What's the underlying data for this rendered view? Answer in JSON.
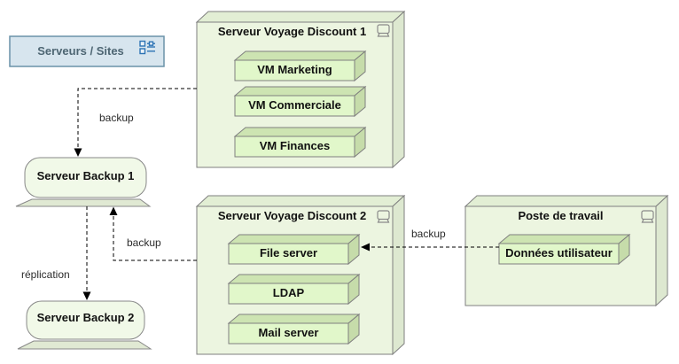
{
  "legend": {
    "label": "Serveurs / Sites",
    "icon": "diagram-list-icon"
  },
  "nodes": {
    "server1": {
      "title": "Serveur Voyage Discount 1",
      "icon": "computer-node-icon",
      "components": [
        "VM Marketing",
        "VM Commerciale",
        "VM Finances"
      ]
    },
    "server2": {
      "title": "Serveur Voyage Discount 2",
      "icon": "computer-node-icon",
      "components": [
        "File server",
        "LDAP",
        "Mail server"
      ]
    },
    "workstation": {
      "title": "Poste de travail",
      "icon": "computer-node-icon",
      "components": [
        "Données utilisateur"
      ]
    },
    "backup1": {
      "title": "Serveur Backup 1"
    },
    "backup2": {
      "title": "Serveur Backup 2"
    }
  },
  "edges": [
    {
      "label": "backup",
      "from": "Serveur Voyage Discount 1",
      "to": "Serveur Backup 1",
      "style": "dashed-arrow"
    },
    {
      "label": "backup",
      "from": "Serveur Voyage Discount 2",
      "to": "Serveur Backup 1",
      "style": "dashed-arrow"
    },
    {
      "label": "réplication",
      "from": "Serveur Backup 1",
      "to": "Serveur Backup 2",
      "style": "dashed-arrow"
    },
    {
      "label": "backup",
      "from": "Données utilisateur",
      "to": "File server",
      "style": "dashed-arrow"
    }
  ],
  "colors": {
    "node_front": "#ecf5e0",
    "node_top": "#e2eed4",
    "node_side": "#dde8d0",
    "component_front": "#e1f7ca",
    "component_top": "#cde4b2",
    "component_side": "#c6dcaa",
    "backup_fill": "#f1f9e8",
    "backup_base": "#e0e9d3",
    "border": "#7f7f7f",
    "legend_fill": "#d7e5ee",
    "legend_border": "#6a92a9",
    "legend_text": "#4e6673",
    "legend_icon_blue": "#2d74b5",
    "edge_line": "#000000"
  }
}
